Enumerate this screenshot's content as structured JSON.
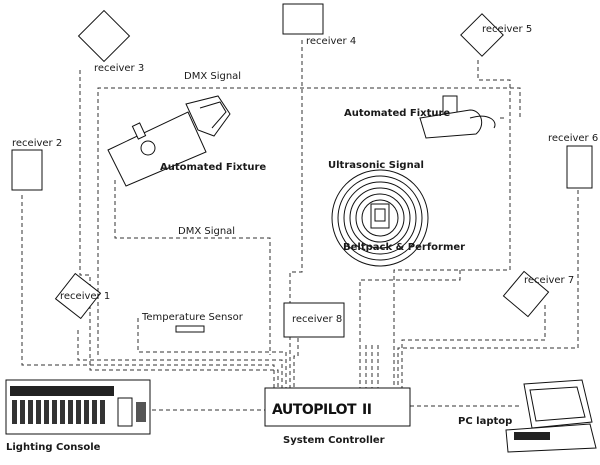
{
  "receivers": [
    {
      "id": "receiver-1",
      "label": "receiver 1"
    },
    {
      "id": "receiver-2",
      "label": "receiver 2"
    },
    {
      "id": "receiver-3",
      "label": "receiver 3"
    },
    {
      "id": "receiver-4",
      "label": "receiver 4"
    },
    {
      "id": "receiver-5",
      "label": "receiver 5"
    },
    {
      "id": "receiver-6",
      "label": "receiver 6"
    },
    {
      "id": "receiver-7",
      "label": "receiver 7"
    },
    {
      "id": "receiver-8",
      "label": "receiver 8"
    }
  ],
  "signals": {
    "dmx_top": "DMX Signal",
    "dmx_mid": "DMX Signal",
    "ultrasonic": "Ultrasonic Signal"
  },
  "fixtures": {
    "left": "Automated Fixture",
    "right": "Automated Fixture"
  },
  "performer": "Beltpack & Performer",
  "temperature_sensor": "Temperature Sensor",
  "lighting_console": "Lighting Console",
  "system_controller": {
    "logo": "AUTOPILOT",
    "logo_suffix": "II",
    "label": "System Controller"
  },
  "pc_laptop": "PC laptop"
}
